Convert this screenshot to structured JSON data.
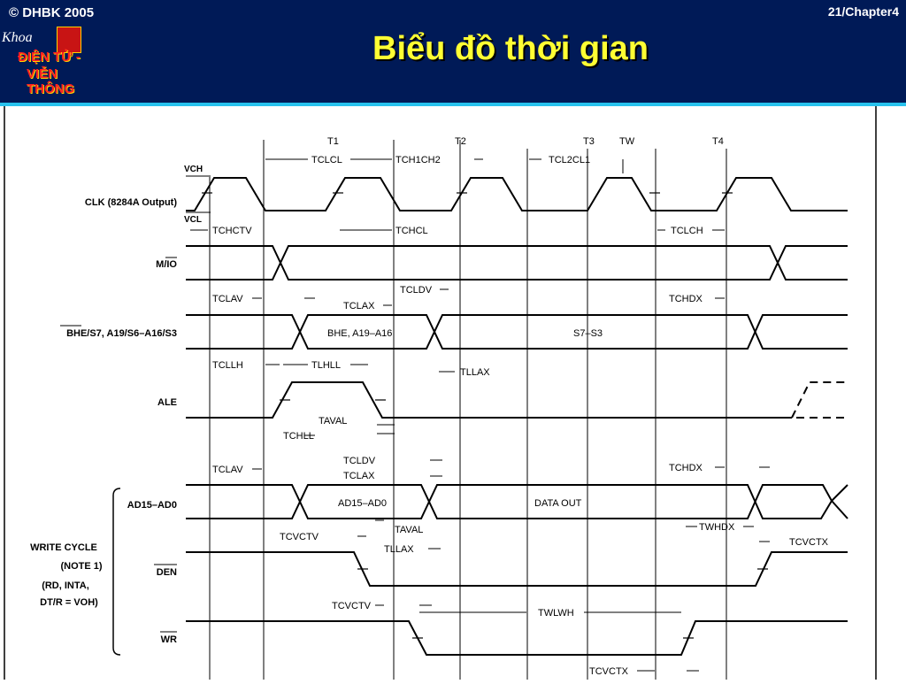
{
  "header": {
    "copyright": "© DHBK 2005",
    "chapter": "21/Chapter4",
    "title": "Biểu đồ thời gian",
    "logo": {
      "khoa": "Khoa",
      "line1": "ĐIỆN TỬ -",
      "line2": "VIỄN THÔNG"
    }
  },
  "diagram": {
    "states": [
      "T1",
      "T2",
      "T3",
      "TW",
      "T4"
    ],
    "levels": {
      "vch": "VCH",
      "vcl": "VCL"
    },
    "signals": {
      "clk": "CLK (8284A Output)",
      "mio": "M/IO",
      "bhe": "BHE/S7, A19/S6–A16/S3",
      "ale": "ALE",
      "ad": "AD15–AD0",
      "den": "DEN",
      "wr": "WR"
    },
    "bus_values": {
      "bhe_addr": "BHE, A19–A16",
      "status": "S7–S3",
      "ad_addr": "AD15–AD0",
      "data_out": "DATA OUT"
    },
    "write_cycle": {
      "title": "WRITE CYCLE",
      "note": "(NOTE 1)",
      "cond1": "(RD, INTA,",
      "cond2": "DT/R = VOH)"
    },
    "timing": {
      "tclcl": "TCLCL",
      "tch1ch2": "TCH1CH2",
      "tcl2cl1": "TCL2CL1",
      "tchctv": "TCHCTV",
      "tchcl": "TCHCL",
      "tclch": "TCLCH",
      "tclav": "TCLAV",
      "tcldv": "TCLDV",
      "tclax": "TCLAX",
      "tchdx": "TCHDX",
      "tllax": "TLLAX",
      "tcllh": "TCLLH",
      "tlhll": "TLHLL",
      "taval": "TAVAL",
      "tchll": "TCHLL",
      "tclav2": "TCLAV",
      "tcldv2": "TCLDV",
      "tclax2": "TCLAX",
      "tchdx2": "TCHDX",
      "tcvctv": "TCVCTV",
      "taval2": "TAVAL",
      "tllax2": "TLLAX",
      "twhdx": "TWHDX",
      "tcvctx": "TCVCTX",
      "tcvctv2": "TCVCTV",
      "twlwh": "TWLWH",
      "tcvctx2": "TCVCTX"
    }
  }
}
